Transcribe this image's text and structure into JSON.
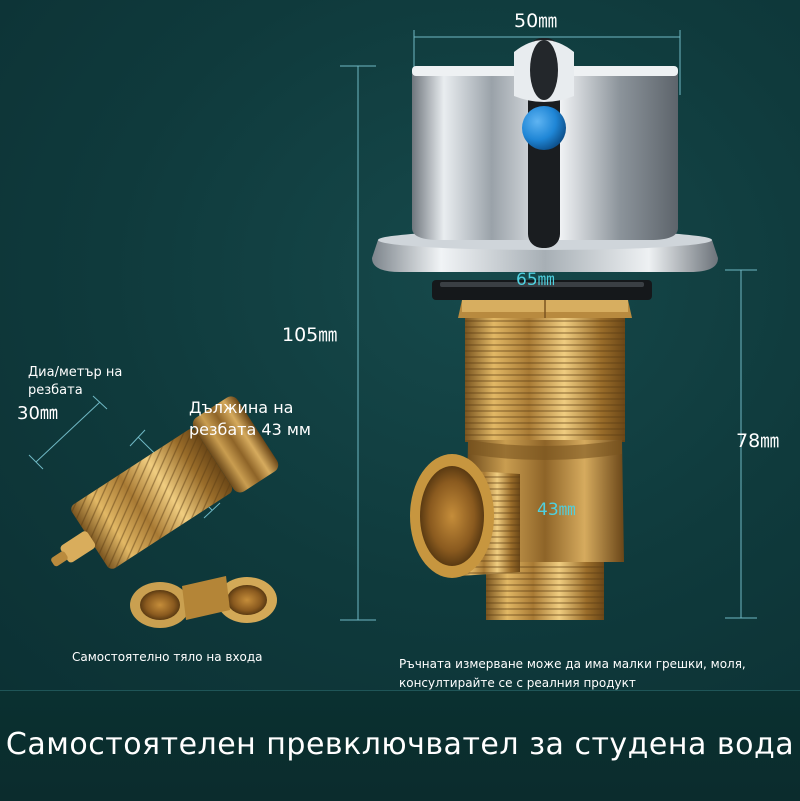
{
  "dimensions": {
    "top_width": "50㎜",
    "flange_width": "65㎜",
    "total_height": "105㎜",
    "thread_height": "78㎜",
    "outlet_width": "43㎜",
    "thread_diameter": "30㎜"
  },
  "labels": {
    "thread_diameter_label": "Диа/метър на резбата",
    "thread_length_label": "Дължина на резбата 43 мм",
    "inlet_body_caption": "Самостоятелно тяло на входа",
    "measurement_note": "Ръчната измерване може да има малки грешки, моля, консултирайте се с реалния продукт"
  },
  "banner": {
    "title": "Самостоятелен превключвател за студена вода"
  },
  "colors": {
    "background": "#0f3a3c",
    "banner": "#0b2c2d",
    "highlight": "#4fd0df",
    "knob": "#1f86d6",
    "brass": "#c79a4a",
    "chrome": "#d9dee3"
  }
}
